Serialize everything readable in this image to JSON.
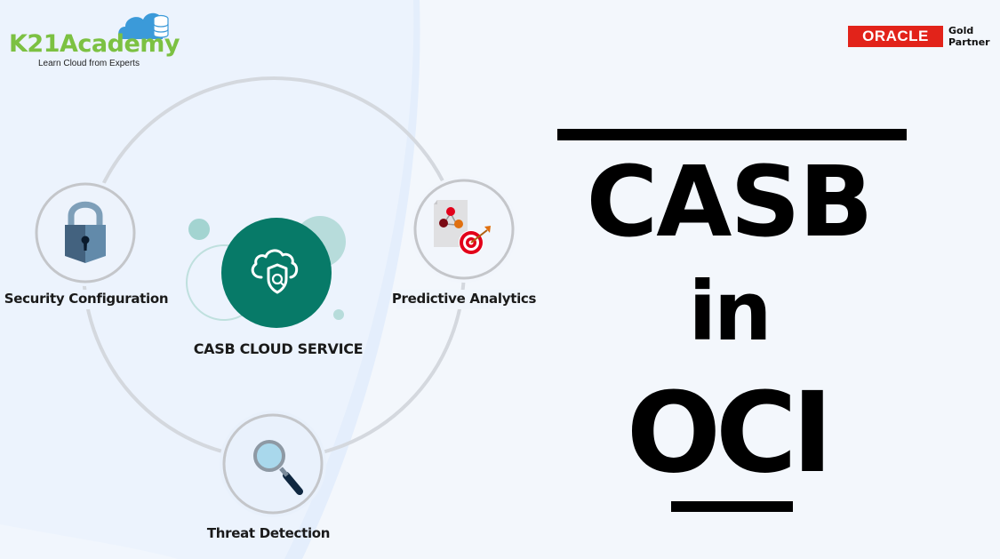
{
  "brand": {
    "name": "K21Academy",
    "tagline": "Learn Cloud from Experts",
    "colors": {
      "green": "#7cc142",
      "cloud_blue": "#3b9ad9"
    }
  },
  "partner_badge": {
    "logo_text": "ORACLE",
    "line1": "Gold",
    "line2": "Partner",
    "color": "#e2231a"
  },
  "diagram": {
    "center": {
      "label": "CASB CLOUD SERVICE",
      "icon": "cloud-shield-search-icon",
      "color": "#077a68"
    },
    "nodes": [
      {
        "label": "Security Configuration",
        "icon": "padlock-icon"
      },
      {
        "label": "Predictive Analytics",
        "icon": "analytics-target-icon"
      },
      {
        "label": "Threat Detection",
        "icon": "magnifying-glass-icon"
      }
    ],
    "ring_color": "#d4d8de"
  },
  "title": {
    "line1": "CASB",
    "line2": "in",
    "line3": "OCI"
  }
}
